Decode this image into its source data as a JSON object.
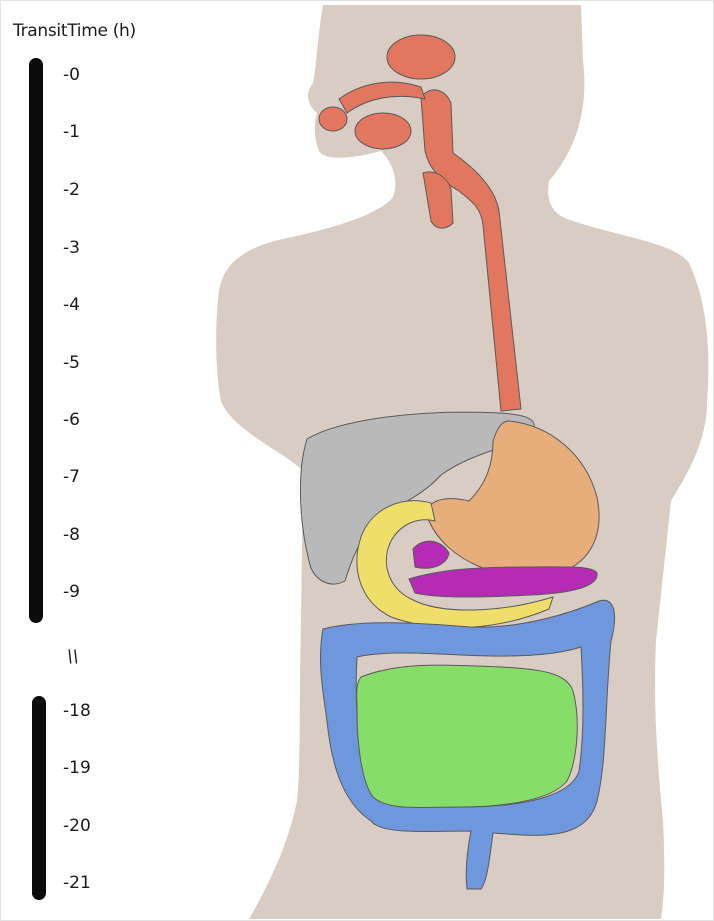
{
  "scale": {
    "label": "TransitTime (h)",
    "upper_ticks": [
      "-0",
      "-1",
      "-2",
      "-3",
      "-4",
      "-5",
      "-6",
      "-7",
      "-8",
      "-9"
    ],
    "break_symbol": "\\\\",
    "lower_ticks": [
      "-18",
      "-19",
      "-20",
      "-21"
    ]
  },
  "colors": {
    "skin": "#d9ccc2",
    "esophagus": "#e2765f",
    "liver": "#b9b9b9",
    "stomach": "#e7ae7c",
    "pancreas": "#b52bb6",
    "duodenum": "#efdf6a",
    "small_intestine": "#86de69",
    "colon": "#6f97dd",
    "scale_bar": "#0b0b0b"
  }
}
